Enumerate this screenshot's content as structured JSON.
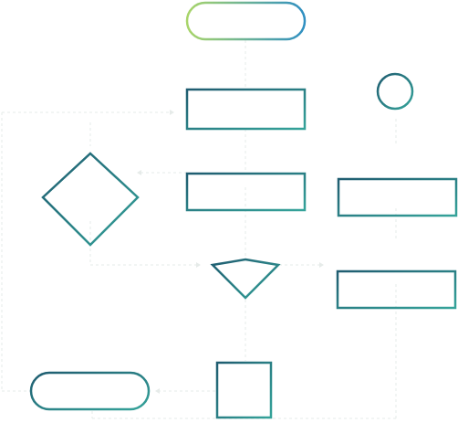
{
  "diagram": {
    "type": "flowchart",
    "text_labels": [],
    "colors": {
      "background": "#ffffff",
      "connector": "#e6ebe9",
      "stroke_dark": "#1f5c70",
      "stroke_mid": "#2a8a8a",
      "stroke_light": "#35a39a",
      "start_green": "#a9d56a",
      "start_blue": "#2f8fc2"
    },
    "nodes": [
      {
        "name": "start-terminator",
        "shape": "terminator"
      },
      {
        "name": "process-box-1",
        "shape": "process"
      },
      {
        "name": "connector-circle",
        "shape": "circle"
      },
      {
        "name": "decision-diamond-left",
        "shape": "decision"
      },
      {
        "name": "process-box-2",
        "shape": "process"
      },
      {
        "name": "process-box-right-1",
        "shape": "process"
      },
      {
        "name": "decision-diamond-center",
        "shape": "decision"
      },
      {
        "name": "process-box-right-2",
        "shape": "process"
      },
      {
        "name": "end-terminator",
        "shape": "terminator"
      },
      {
        "name": "process-box-small",
        "shape": "process"
      }
    ]
  }
}
